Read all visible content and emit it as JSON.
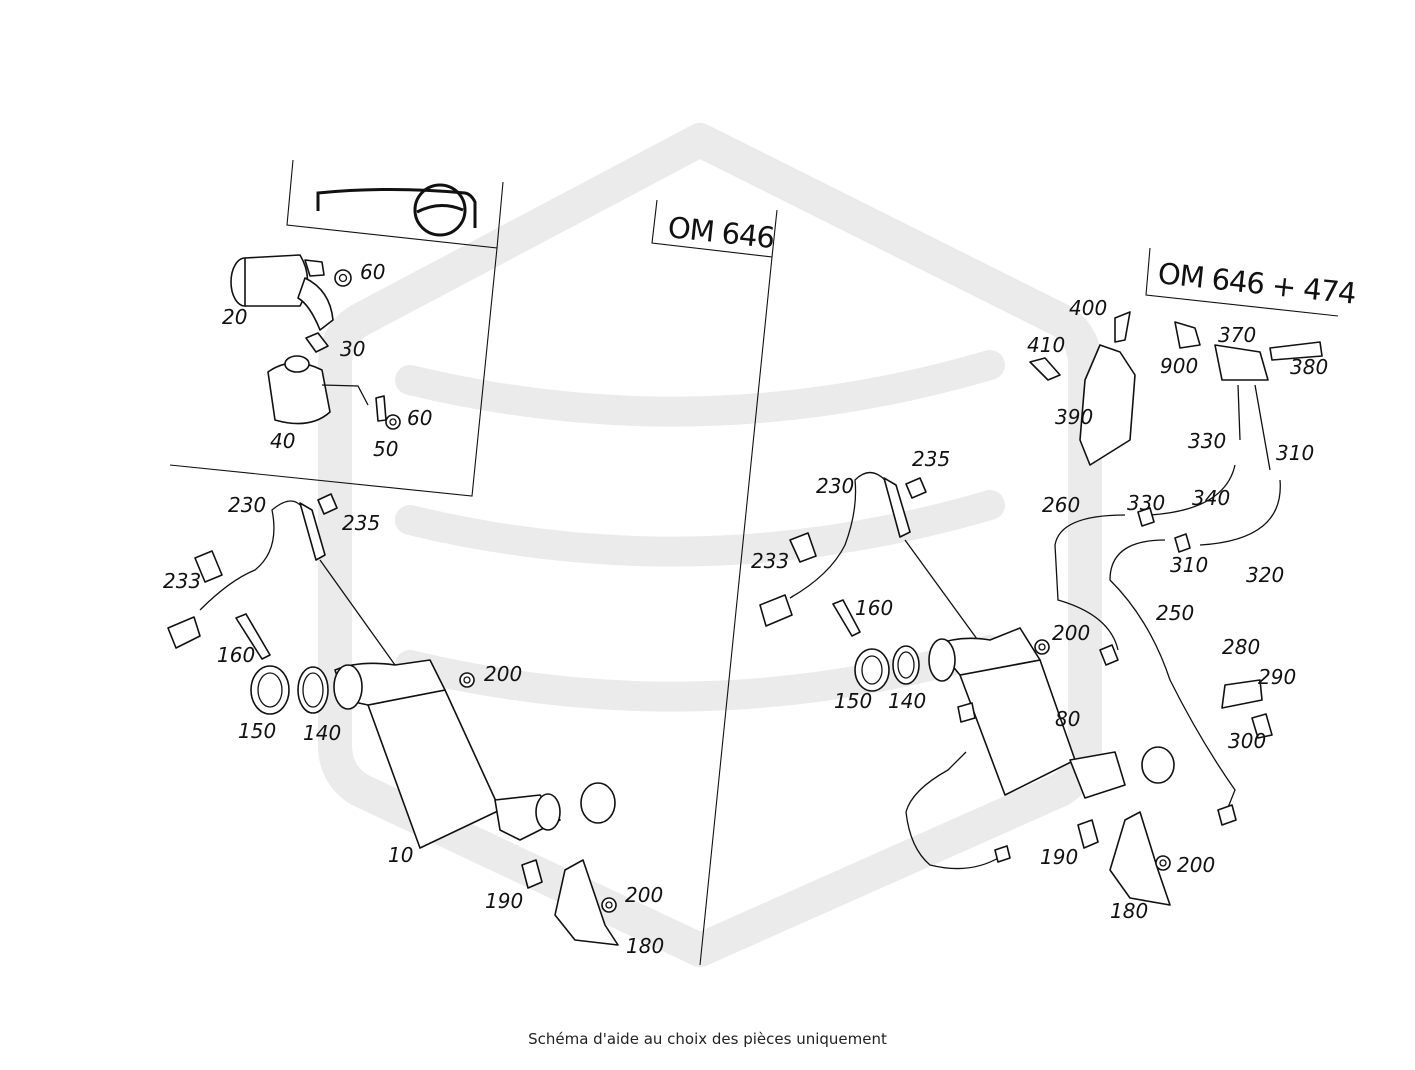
{
  "caption": "Schéma d'aide au choix des pièces uniquement",
  "section_labels": {
    "om646": "OM 646",
    "om646_474": "OM 646 + 474"
  },
  "callouts": {
    "c20": "20",
    "c30": "30",
    "c40": "40",
    "c50": "50",
    "c60a": "60",
    "c60b": "60",
    "l230": "230",
    "l233": "233",
    "l235": "235",
    "l160": "160",
    "l150": "150",
    "l140": "140",
    "l200a": "200",
    "l10": "10",
    "l190": "190",
    "l200b": "200",
    "l180": "180",
    "r230": "230",
    "r233": "233",
    "r235": "235",
    "r160": "160",
    "r150": "150",
    "r140": "140",
    "r200a": "200",
    "r80": "80",
    "r190": "190",
    "r200b": "200",
    "r180": "180",
    "r400": "400",
    "r410": "410",
    "r390": "390",
    "r900": "900",
    "r370": "370",
    "r380": "380",
    "r330a": "330",
    "r310a": "310",
    "r260": "260",
    "r330b": "330",
    "r340": "340",
    "r310b": "310",
    "r320": "320",
    "r250": "250",
    "r280": "280",
    "r290": "290",
    "r300": "300"
  },
  "colors": {
    "ink": "#111111",
    "watermark": "#ebebeb",
    "background": "#ffffff"
  },
  "watermark_icon": "logo-watermark"
}
